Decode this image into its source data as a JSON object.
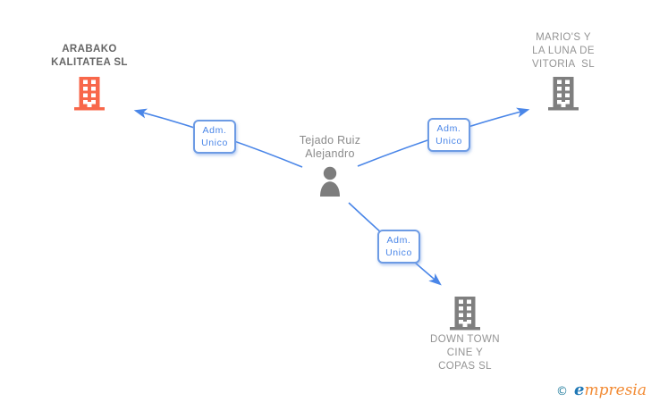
{
  "diagram": {
    "person": {
      "name": "Tejado Ruiz\nAlejandro"
    },
    "companies": [
      {
        "name": "ARABAKO\nKALITATEA SL",
        "highlighted": true
      },
      {
        "name": "MARIO'S Y\nLA LUNA DE\nVITORIA  SL",
        "highlighted": false
      },
      {
        "name": "DOWN TOWN\nCINE Y\nCOPAS SL",
        "highlighted": false
      }
    ],
    "edges": [
      {
        "label": "Adm.\nUnico",
        "from": "Tejado Ruiz Alejandro",
        "to": "ARABAKO KALITATEA SL"
      },
      {
        "label": "Adm.\nUnico",
        "from": "Tejado Ruiz Alejandro",
        "to": "MARIO'S Y LA LUNA DE VITORIA SL"
      },
      {
        "label": "Adm.\nUnico",
        "from": "Tejado Ruiz Alejandro",
        "to": "DOWN TOWN CINE Y COPAS SL"
      }
    ]
  },
  "watermark": {
    "copyright_symbol": "©",
    "brand_initial": "e",
    "brand_rest": "mpresia"
  },
  "colors": {
    "edge_blue": "#4a86e8",
    "label_border_blue": "#6d9be4",
    "building_highlight_orange": "#f8674a",
    "building_gray": "#7f7f7f",
    "person_icon_gray": "#7d7d7d",
    "company_text_gray": "#949494",
    "company_text_highlight": "#666666",
    "brand_teal": "#1f7b9c",
    "brand_blue": "#1e77b5",
    "brand_orange": "#f28a33"
  }
}
